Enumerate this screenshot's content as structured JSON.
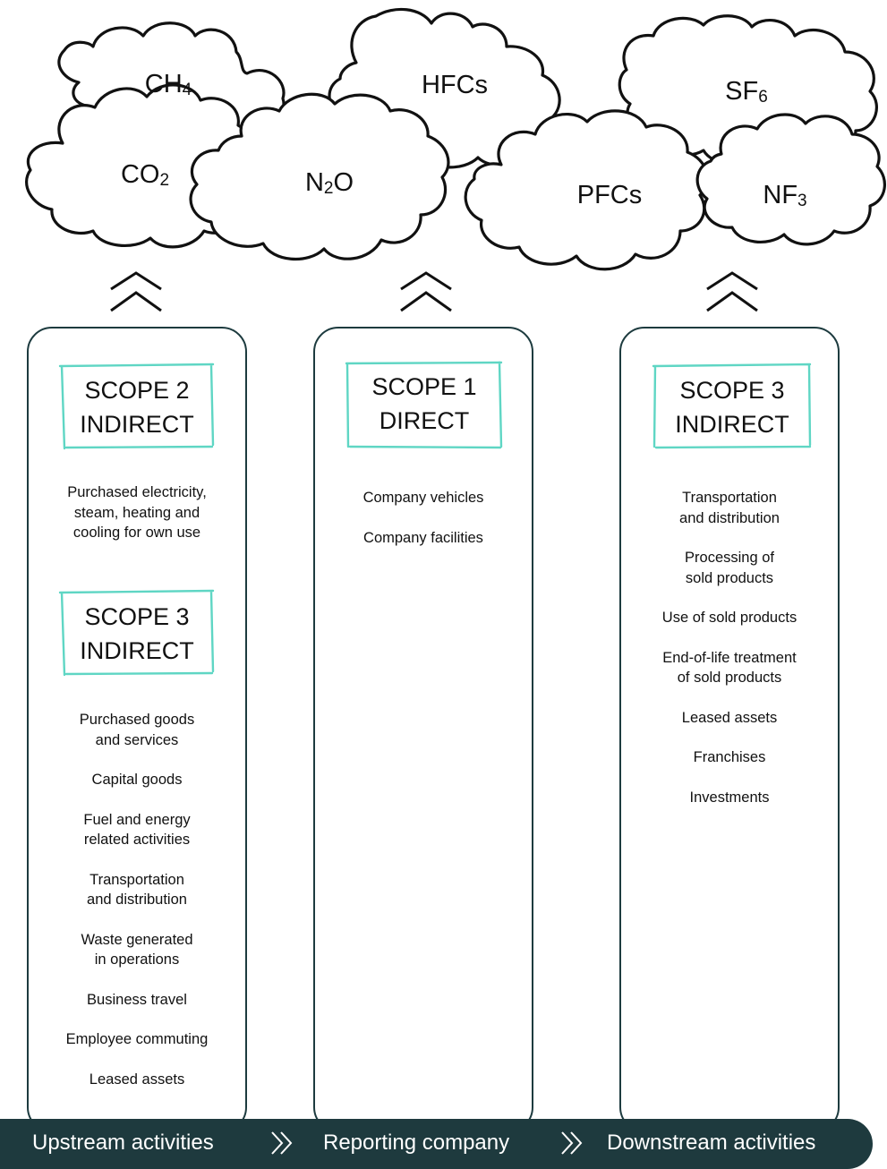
{
  "gases": [
    {
      "base": "CH",
      "sub": "4"
    },
    {
      "base": "CO",
      "sub": "2"
    },
    {
      "base": "N",
      "sub": "2",
      "tail": "O"
    },
    {
      "base": "HFCs",
      "sub": ""
    },
    {
      "base": "PFCs",
      "sub": ""
    },
    {
      "base": "SF",
      "sub": "6"
    },
    {
      "base": "NF",
      "sub": "3"
    }
  ],
  "columns": {
    "upstream": {
      "scope_a": {
        "line1": "SCOPE 2",
        "line2": "INDIRECT"
      },
      "items_a": [
        "Purchased electricity,\nsteam, heating and\ncooling for own use"
      ],
      "scope_b": {
        "line1": "SCOPE 3",
        "line2": "INDIRECT"
      },
      "items_b": [
        "Purchased goods\nand services",
        "Capital goods",
        "Fuel and energy\nrelated activities",
        "Transportation\nand distribution",
        "Waste generated\nin operations",
        "Business travel",
        "Employee commuting",
        "Leased assets"
      ]
    },
    "reporting": {
      "scope": {
        "line1": "SCOPE 1",
        "line2": "DIRECT"
      },
      "items": [
        "Company vehicles",
        "Company facilities"
      ]
    },
    "downstream": {
      "scope": {
        "line1": "SCOPE 3",
        "line2": "INDIRECT"
      },
      "items": [
        "Transportation\nand distribution",
        "Processing of\nsold products",
        "Use of sold products",
        "End-of-life treatment\nof sold products",
        "Leased assets",
        "Franchises",
        "Investments"
      ]
    }
  },
  "footer": {
    "upstream": "Upstream activities",
    "reporting": "Reporting company",
    "downstream": "Downstream activities"
  },
  "colors": {
    "accent": "#5fd6c4",
    "dark": "#1e3a3e"
  }
}
